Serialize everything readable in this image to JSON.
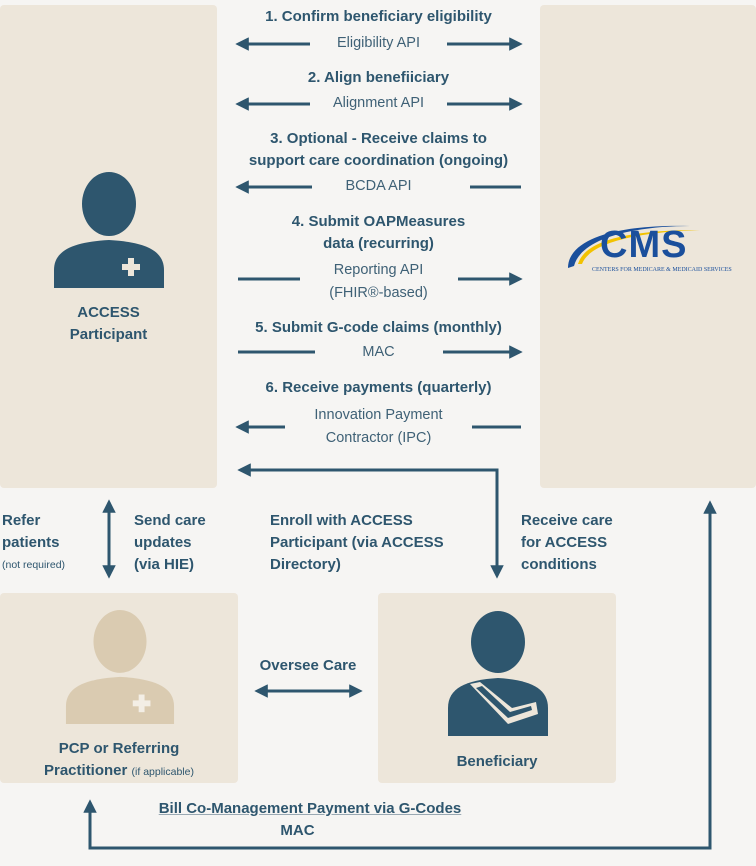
{
  "participant": {
    "label_line1": "ACCESS",
    "label_line2": "Participant",
    "icon": "person-medical-icon"
  },
  "cms": {
    "logo_text": "CMS",
    "logo_subtext": "CENTERS FOR MEDICARE & MEDICAID SERVICES",
    "colors": {
      "blue": "#1a4f9c",
      "yellow": "#f2c200"
    }
  },
  "steps": [
    {
      "title": "1. Confirm beneficiary eligibility",
      "channel": "Eligibility API"
    },
    {
      "title": "2. Align benefiiciary",
      "channel": "Alignment API"
    },
    {
      "title_line1": "3. Optional - Receive claims to",
      "title_line2": "support care coordination (ongoing)",
      "channel": "BCDA API"
    },
    {
      "title_line1": "4. Submit OAPMeasures",
      "title_line2": "data (recurring)",
      "channel_line1": "Reporting API",
      "channel_line2": "(FHIR®-based)"
    },
    {
      "title": "5. Submit G-code claims (monthly)",
      "channel": "MAC"
    },
    {
      "title": "6. Receive payments (quarterly)",
      "channel_line1": "Innovation Payment",
      "channel_line2": "Contractor (IPC)"
    }
  ],
  "refer": {
    "line1": "Refer",
    "line2": "patients",
    "note": "(not required)"
  },
  "send_updates": {
    "line1": "Send care",
    "line2": "updates",
    "line3": "(via HIE)"
  },
  "enroll": {
    "line1": "Enroll with ACCESS",
    "line2": "Participant (via ACCESS",
    "line3": "Directory)"
  },
  "receive_care": {
    "line1": "Receive care",
    "line2": "for ACCESS",
    "line3": "conditions"
  },
  "pcp": {
    "line1": "PCP or Referring",
    "line2": "Practitioner",
    "note": "(if applicable)",
    "icon": "person-medical-icon"
  },
  "oversee": {
    "label": "Oversee Care"
  },
  "beneficiary": {
    "label": "Beneficiary",
    "icon": "person-arm-sling-icon"
  },
  "billing": {
    "line1": "Bill Co-Management Payment via G-Codes",
    "line2": "MAC"
  },
  "colors": {
    "primary": "#2e566e",
    "panel": "#ede6da",
    "background": "#f6f5f3",
    "muted_icon": "#dacbb1"
  }
}
